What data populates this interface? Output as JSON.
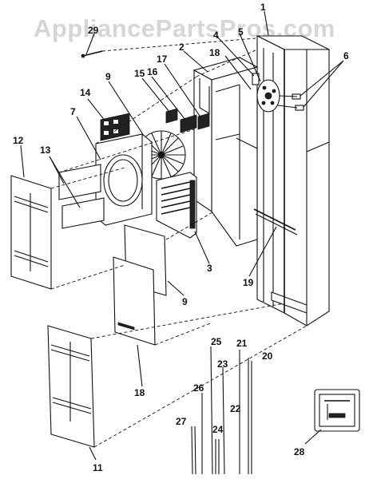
{
  "watermark": "AppliancePartsPros.com",
  "callouts": {
    "c1": "1",
    "c2": "2",
    "c3": "3",
    "c4": "4",
    "c5": "5",
    "c6": "6",
    "c7": "7",
    "c9a": "9",
    "c9b": "9",
    "c11": "11",
    "c12": "12",
    "c13": "13",
    "c14": "14",
    "c15": "15",
    "c16": "16",
    "c17": "17",
    "c18a": "18",
    "c18b": "18",
    "c19": "19",
    "c20": "20",
    "c21": "21",
    "c22": "22",
    "c23": "23",
    "c24": "24",
    "c25": "25",
    "c26": "26",
    "c27": "27",
    "c28": "28",
    "c29": "29"
  },
  "icons": {
    "part-1": "cabinet-icon",
    "part-2": "blower-housing-icon",
    "part-3": "heater-element-icon",
    "part-6": "motor-mount-icon",
    "part-7": "front-shroud-icon",
    "part-9": "blower-wheel-icon",
    "part-11": "base-panel-icon",
    "part-12": "front-panel-icon",
    "part-18": "access-panel-icon",
    "part-28": "thermostat-icon"
  }
}
